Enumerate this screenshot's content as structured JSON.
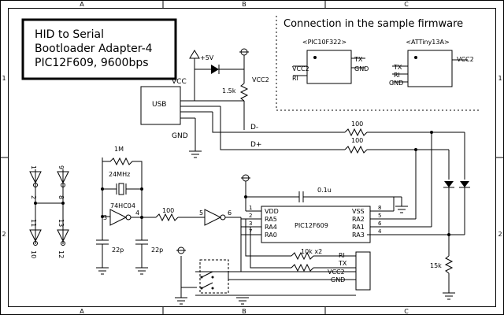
{
  "title_box": {
    "line1": "HID to Serial",
    "line2": "Bootloader Adapter-4",
    "line3": "PIC12F609, 9600bps"
  },
  "border": {
    "col_top": [
      "A",
      "B",
      "C"
    ],
    "col_bottom": [
      "A",
      "B",
      "C"
    ],
    "row_left": [
      "1",
      "2"
    ],
    "row_right": [
      "1",
      "2"
    ]
  },
  "sample_box": {
    "title": "Connection in the sample firmware",
    "chip1": {
      "name": "<PIC10F322>",
      "left_pins": [
        "VCC2",
        "RI"
      ],
      "right_pins": [
        "TX",
        "GND"
      ]
    },
    "chip2": {
      "name": "<ATTiny13A>",
      "left_pins": [
        "TX",
        "RI",
        "GND"
      ],
      "right_pins": [
        "VCC2"
      ]
    }
  },
  "usb": {
    "label": "USB",
    "vcc": "VCC",
    "gnd": "GND"
  },
  "power": {
    "plus5v": "+5V",
    "vcc2": "VCC2",
    "r_pullup": "1.5k"
  },
  "lines": {
    "dminus": "D-",
    "dplus": "D+",
    "r_dminus": "100",
    "r_dplus": "100"
  },
  "oscillator": {
    "r_feedback": "1M",
    "crystal": "24MHz",
    "ic": "74HC04",
    "pin_in": "3",
    "pin_out": "4",
    "c1": "22p",
    "c2": "22p",
    "r_series": "100"
  },
  "buffer": {
    "pin_in": "5",
    "pin_out": "6"
  },
  "inverters": {
    "pins_top_left": [
      "1",
      "2"
    ],
    "pins_top_right": [
      "9",
      "8"
    ],
    "pins_bottom_left": [
      "11",
      "10"
    ],
    "pins_bottom_right": [
      "13",
      "12"
    ]
  },
  "decoupling": {
    "value": "0.1u"
  },
  "pic": {
    "name": "PIC12F609",
    "left_pins": [
      {
        "num": "1",
        "name": "VDD"
      },
      {
        "num": "2",
        "name": "RA5"
      },
      {
        "num": "3",
        "name": "RA4"
      },
      {
        "num": "7",
        "name": "RA0"
      }
    ],
    "right_pins": [
      {
        "num": "8",
        "name": "VSS"
      },
      {
        "num": "5",
        "name": "RA2"
      },
      {
        "num": "6",
        "name": "RA1"
      },
      {
        "num": "4",
        "name": "RA3"
      }
    ]
  },
  "connector": {
    "resistor": "10k x2",
    "pins": [
      "RI",
      "TX",
      "VCC2",
      "GND"
    ]
  },
  "r_pulldown": "15k"
}
